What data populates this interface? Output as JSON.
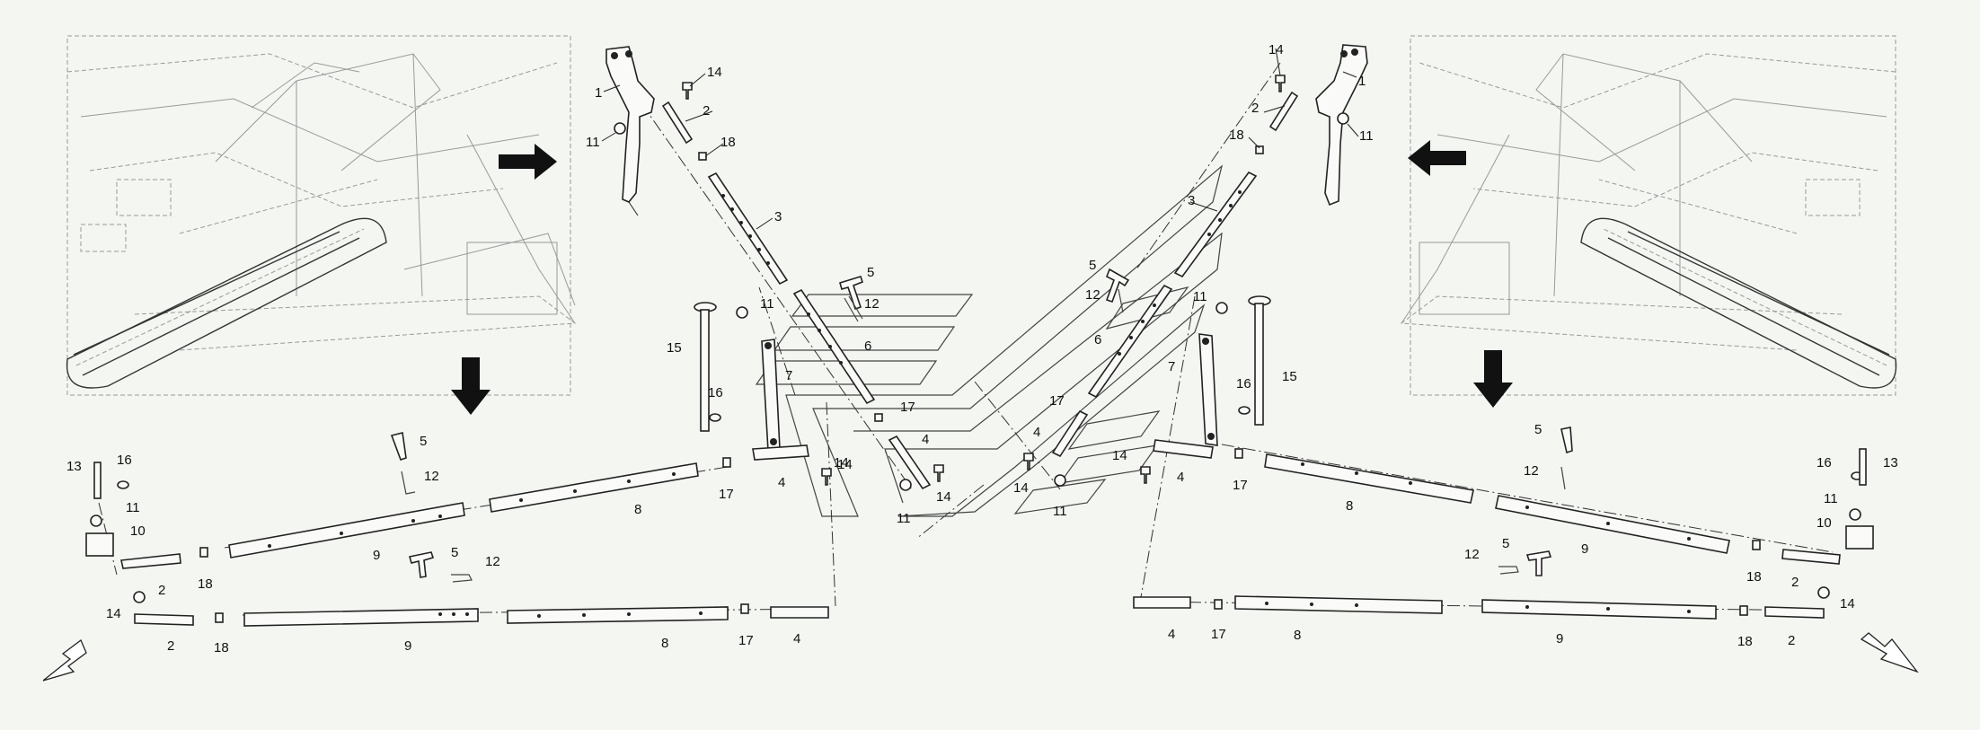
{
  "diagram": {
    "colors": {
      "background": "#f3f6f1",
      "line": "#222222",
      "machine": "#9a9a9a",
      "arrow": "#111111"
    },
    "part_numbers": [
      "1",
      "2",
      "3",
      "4",
      "5",
      "6",
      "7",
      "8",
      "9",
      "10",
      "11",
      "12",
      "13",
      "14",
      "15",
      "16",
      "17",
      "18"
    ],
    "labels": {
      "c1": "1",
      "c2": "2",
      "c3": "3",
      "c4": "4",
      "c5": "5",
      "c6": "6",
      "c7": "7",
      "c8": "8",
      "c9": "9",
      "c10": "10",
      "c11": "11",
      "c12": "12",
      "c13": "13",
      "c14": "14",
      "c15": "15",
      "c16": "16",
      "c17": "17",
      "c18": "18"
    },
    "icons": [
      "arrow-right-icon",
      "arrow-left-icon",
      "arrow-down-icon",
      "arrow-down-left-icon",
      "arrow-down-right-icon"
    ]
  }
}
